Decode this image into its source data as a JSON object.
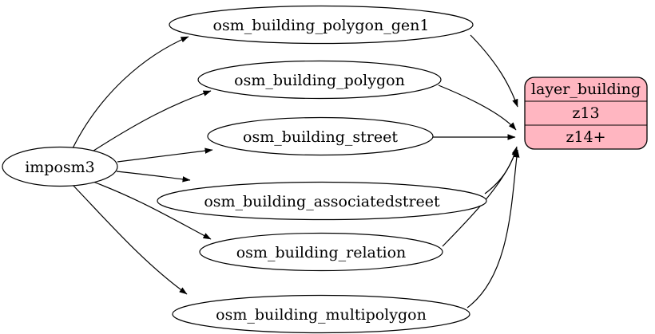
{
  "diagram": {
    "type": "graphviz-flow",
    "source_node": {
      "label": "imposm3"
    },
    "table_nodes": [
      {
        "label": "osm_building_polygon_gen1"
      },
      {
        "label": "osm_building_polygon"
      },
      {
        "label": "osm_building_street"
      },
      {
        "label": "osm_building_associatedstreet"
      },
      {
        "label": "osm_building_relation"
      },
      {
        "label": "osm_building_multipolygon"
      }
    ],
    "layer_node": {
      "title": "layer_building",
      "rows": [
        "z13",
        "z14+"
      ]
    },
    "edges": [
      {
        "from": "imposm3",
        "to": "osm_building_polygon_gen1"
      },
      {
        "from": "imposm3",
        "to": "osm_building_polygon"
      },
      {
        "from": "imposm3",
        "to": "osm_building_street"
      },
      {
        "from": "imposm3",
        "to": "osm_building_associatedstreet"
      },
      {
        "from": "imposm3",
        "to": "osm_building_relation"
      },
      {
        "from": "imposm3",
        "to": "osm_building_multipolygon"
      },
      {
        "from": "osm_building_polygon_gen1",
        "to": "layer_building:z13"
      },
      {
        "from": "osm_building_polygon",
        "to": "layer_building:z14+"
      },
      {
        "from": "osm_building_street",
        "to": "layer_building:z14+"
      },
      {
        "from": "osm_building_associatedstreet",
        "to": "layer_building:z14+"
      },
      {
        "from": "osm_building_relation",
        "to": "layer_building:z14+"
      },
      {
        "from": "osm_building_multipolygon",
        "to": "layer_building:z14+"
      }
    ],
    "colors": {
      "layer_node_fill": "#ffb6c1",
      "node_fill": "#ffffff",
      "stroke": "#000000"
    }
  }
}
